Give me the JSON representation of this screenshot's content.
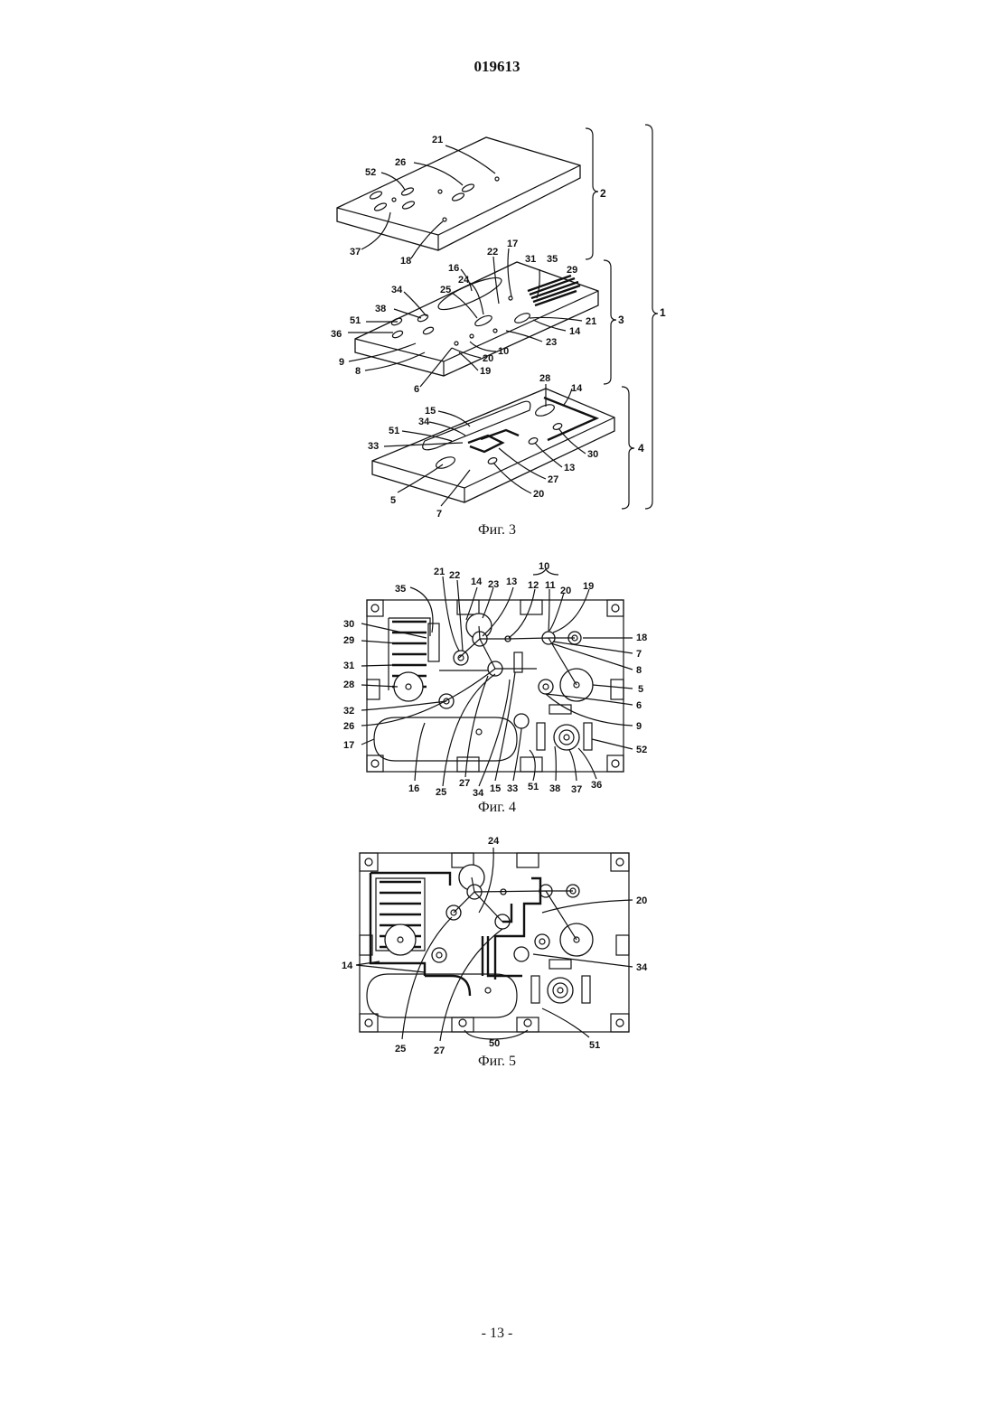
{
  "header": {
    "doc_number": "019613"
  },
  "figures": [
    {
      "caption": "Фиг. 3"
    },
    {
      "caption": "Фиг. 4"
    },
    {
      "caption": "Фиг. 5"
    }
  ],
  "footer": {
    "page": "- 13 -"
  },
  "fig3_labels": [
    "21",
    "26",
    "52",
    "37",
    "18",
    "2",
    "17",
    "22",
    "16",
    "31",
    "35",
    "29",
    "24",
    "25",
    "34",
    "38",
    "51",
    "36",
    "21",
    "14",
    "23",
    "10",
    "9",
    "20",
    "8",
    "19",
    "6",
    "3",
    "1",
    "28",
    "14",
    "15",
    "34",
    "51",
    "33",
    "13",
    "30",
    "27",
    "5",
    "7",
    "20",
    "4"
  ],
  "fig4_labels": [
    "10",
    "21",
    "22",
    "14",
    "23",
    "13",
    "12",
    "11",
    "20",
    "19",
    "35",
    "30",
    "18",
    "29",
    "7",
    "31",
    "8",
    "28",
    "5",
    "6",
    "32",
    "26",
    "9",
    "17",
    "52",
    "16",
    "25",
    "27",
    "34",
    "15",
    "33",
    "51",
    "38",
    "37",
    "36"
  ],
  "fig5_labels": [
    "24",
    "20",
    "14",
    "34",
    "25",
    "27",
    "50",
    "51"
  ]
}
